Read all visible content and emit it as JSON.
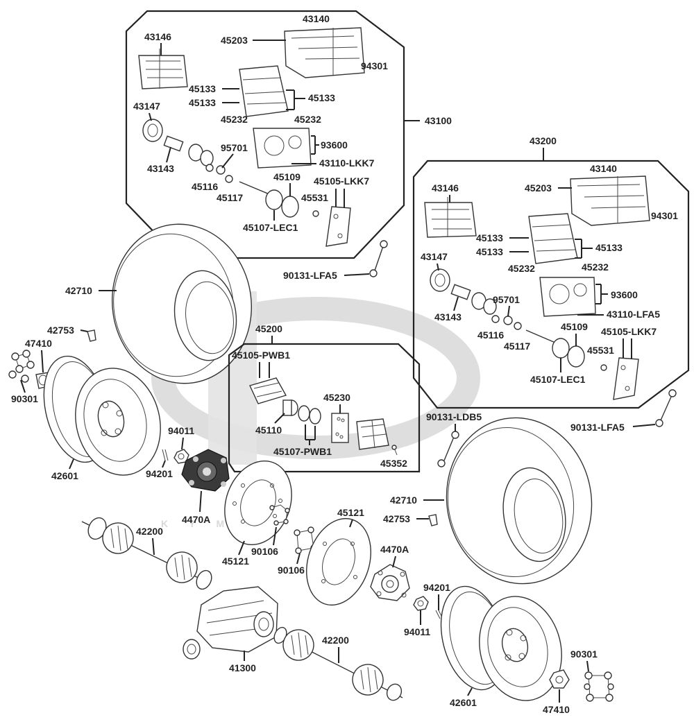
{
  "watermark": {
    "brand": "KYMCO",
    "brand_color": "#d9d9d9"
  },
  "labels": {
    "43146_a": "43146",
    "43140_a": "43140",
    "45203_a": "45203",
    "94301_a": "94301",
    "45133_a": "45133",
    "45133_b": "45133",
    "45133_c": "45133",
    "45232_a": "45232",
    "45232_b": "45232",
    "43147_a": "43147",
    "43143_a": "43143",
    "95701_a": "95701",
    "93600_a": "93600",
    "43110_a": "43110-LKK7",
    "45116_a": "45116",
    "45117_a": "45117",
    "45109_a": "45109",
    "45105_a": "45105-LKK7",
    "45531_a": "45531",
    "45107_a": "45107-LEC1",
    "43100": "43100",
    "43200": "43200",
    "43146_b": "43146",
    "43140_b": "43140",
    "45203_b": "45203",
    "94301_b": "94301",
    "45133_d": "45133",
    "45133_e": "45133",
    "45133_f": "45133",
    "45232_c": "45232",
    "45232_d": "45232",
    "43147_b": "43147",
    "43143_b": "43143",
    "95701_b": "95701",
    "93600_b": "93600",
    "43110_b": "43110-LFA5",
    "45116_b": "45116",
    "45117_b": "45117",
    "45109_b": "45109",
    "45105_b": "45105-LKK7",
    "45531_b": "45531",
    "45107_b": "45107-LEC1",
    "90131_lfa5_a": "90131-LFA5",
    "90131_lfa5_b": "90131-LFA5",
    "90131_ldb5": "90131-LDB5",
    "42710_a": "42710",
    "42710_b": "42710",
    "42753_a": "42753",
    "42753_b": "42753",
    "47410_a": "47410",
    "47410_b": "47410",
    "90301_a": "90301",
    "90301_b": "90301",
    "42601_a": "42601",
    "42601_b": "42601",
    "45200": "45200",
    "45105_pwb1": "45105-PWB1",
    "45230": "45230",
    "45110": "45110",
    "45107_pwb1": "45107-PWB1",
    "45352": "45352",
    "94011_a": "94011",
    "94011_b": "94011",
    "94201_a": "94201",
    "94201_b": "94201",
    "4470A_a": "4470A",
    "4470A_b": "4470A",
    "45121_a": "45121",
    "45121_b": "45121",
    "90106_a": "90106",
    "90106_b": "90106",
    "42200_a": "42200",
    "42200_b": "42200",
    "41300": "41300"
  }
}
